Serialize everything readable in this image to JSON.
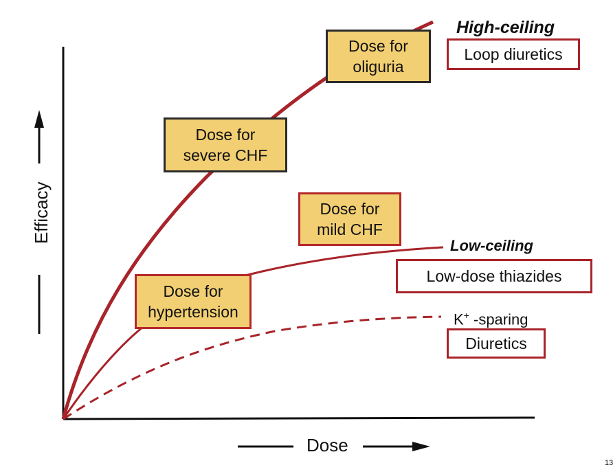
{
  "axes": {
    "x_label": "Dose",
    "y_label": "Efficacy"
  },
  "boxes": {
    "oliguria": "Dose for\noliguria",
    "severe_chf": "Dose for\nsevere CHF",
    "mild_chf": "Dose for\nmild CHF",
    "hypertension": "Dose for\nhypertension"
  },
  "classes": {
    "high_heading": "High-ceiling",
    "high_name": "Loop diuretics",
    "low_heading": "Low-ceiling",
    "low_name": "Low-dose thiazides",
    "ksparing_prefix": "K",
    "ksparing_sup": "+",
    "ksparing_suffix": " -sparing",
    "ksparing_name": "Diuretics"
  },
  "page_number": "13",
  "colors": {
    "curve": "#a8242a",
    "box_fill": "#f2cf72",
    "box_border_dark": "#2a2a2a",
    "box_border_red": "#b5282b",
    "axis": "#111111"
  }
}
